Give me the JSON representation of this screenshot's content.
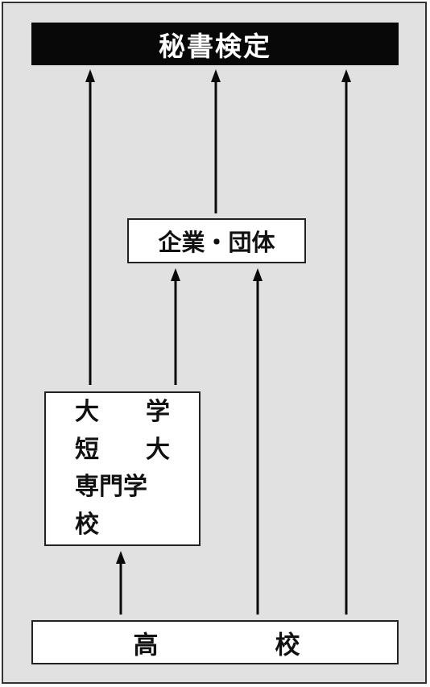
{
  "diagram": {
    "goal": "秘書検定",
    "company": "企業・団体",
    "university_lines": [
      [
        "大",
        "学"
      ],
      [
        "短",
        "大"
      ],
      [
        "専門学校"
      ]
    ],
    "highschool_chars": [
      "高",
      "校"
    ]
  },
  "colors": {
    "background": "#e0e1e0",
    "frame_border": "#333333",
    "goal_fill": "#080808",
    "goal_text": "#ffffff",
    "box_fill": "#ffffff",
    "arrow": "#0a0a0a"
  }
}
